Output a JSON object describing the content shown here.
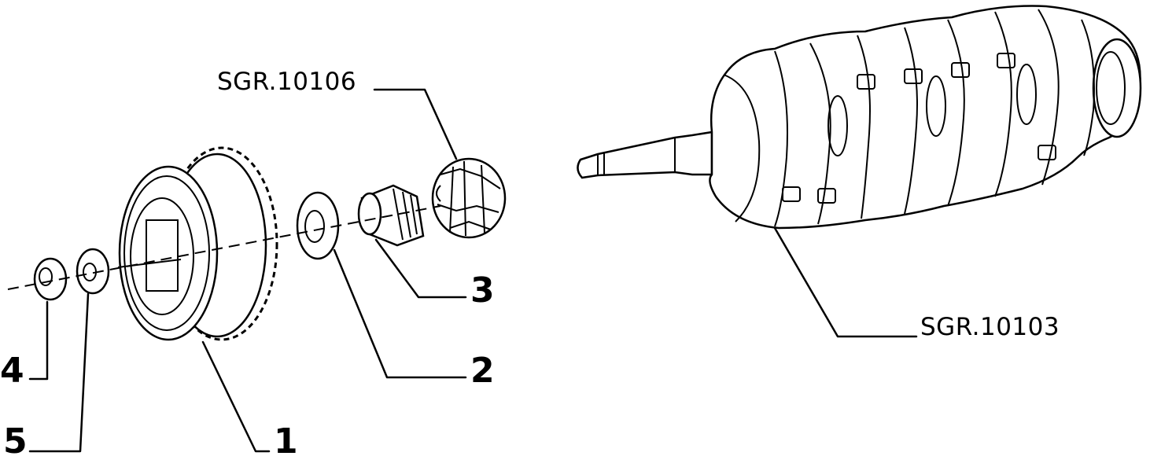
{
  "callouts": {
    "ref_left": "SGR.10106",
    "ref_right": "SGR.10103",
    "part_1": "1",
    "part_2": "2",
    "part_3": "3",
    "part_4": "4",
    "part_5": "5"
  }
}
